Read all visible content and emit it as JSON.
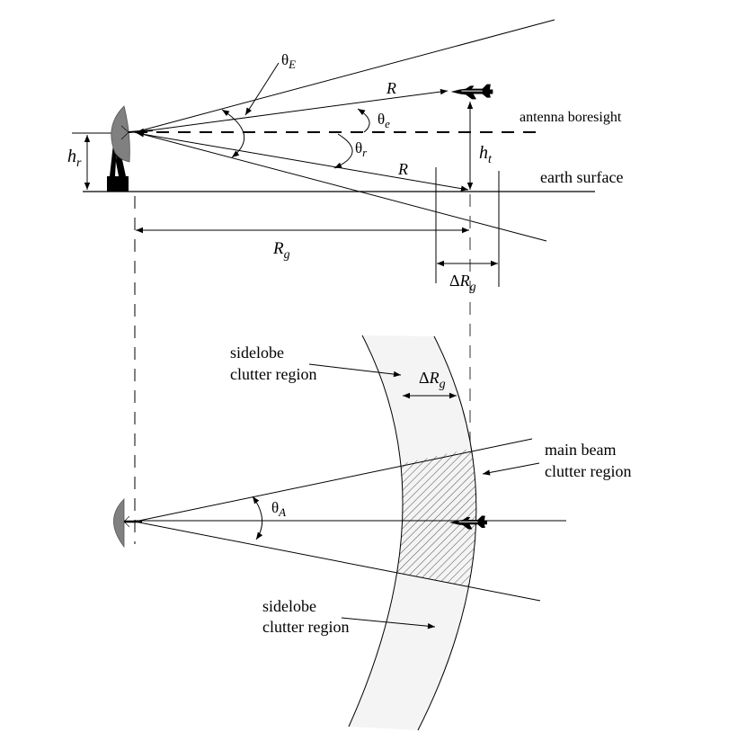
{
  "title": "Radar clutter geometry: elevation and azimuth views",
  "colors": {
    "line": "#000000",
    "antenna_dish": "#808080",
    "sidelobe_region_fill": "#f4f4f4",
    "mainbeam_hatch": "#555555"
  },
  "elevation_view": {
    "labels": {
      "theta_E": {
        "base": "θ",
        "sub": "E"
      },
      "theta_e": {
        "base": "θ",
        "sub": "e"
      },
      "theta_r": {
        "base": "θ",
        "sub": "r"
      },
      "range_upper": "R",
      "range_lower": "R",
      "h_r": {
        "base": "h",
        "sub": "r"
      },
      "h_t": {
        "base": "h",
        "sub": "t"
      },
      "boresight": "antenna boresight",
      "earth": "earth surface",
      "R_g": {
        "base": "R",
        "sub": "g"
      },
      "delta_R_g": {
        "prefix": "Δ",
        "base": "R",
        "sub": "g"
      }
    },
    "icons": [
      "radar-antenna-tower-icon",
      "aircraft-target-icon"
    ]
  },
  "azimuth_view": {
    "labels": {
      "sidelobe_top": [
        "sidelobe",
        "clutter region"
      ],
      "sidelobe_bottom": [
        "sidelobe",
        "clutter region"
      ],
      "mainbeam": [
        "main beam",
        "clutter region"
      ],
      "delta_R_g": {
        "prefix": "Δ",
        "base": "R",
        "sub": "g"
      },
      "theta_A": {
        "base": "θ",
        "sub": "A"
      }
    },
    "icons": [
      "radar-antenna-icon",
      "aircraft-target-icon"
    ]
  }
}
